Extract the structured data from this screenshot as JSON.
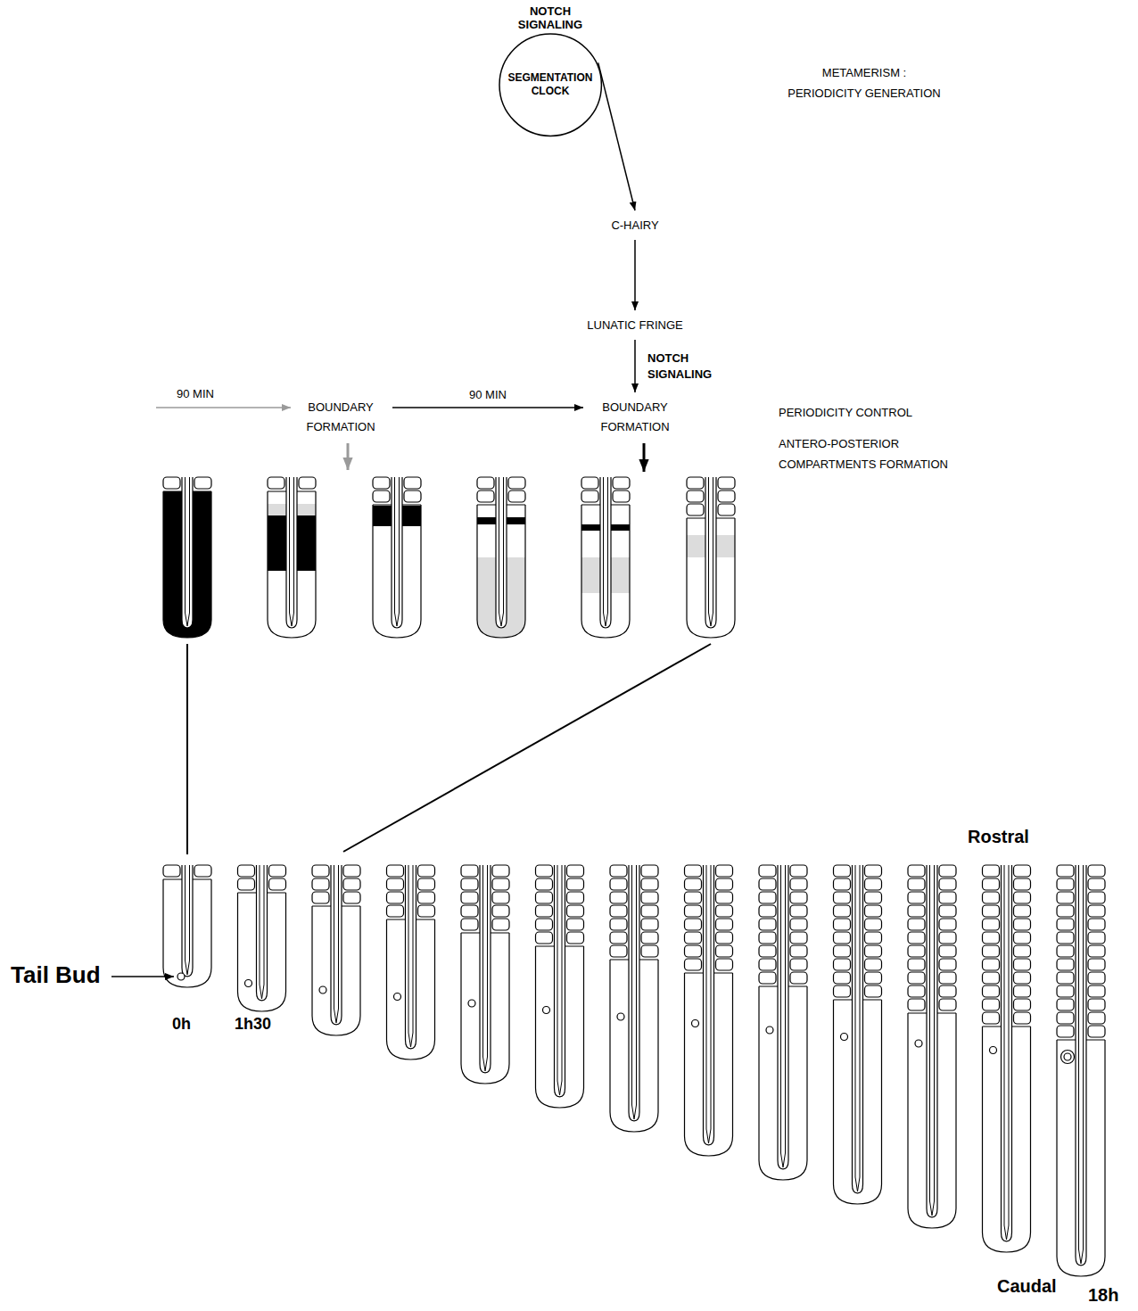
{
  "diagram": {
    "nodes": [
      {
        "text": [
          "NOTCH SIGNALING",
          "SEGMENTATION CLOCK"
        ]
      },
      {
        "text": [
          "C-HAIRY"
        ]
      },
      {
        "text": [
          "LUNATIC FRINGE"
        ]
      },
      {
        "text": [
          "BOUNDARY FORMATION"
        ]
      },
      {
        "text": [
          "BOUNDARY FORMATION"
        ]
      }
    ],
    "edges": [
      {
        "from": 0,
        "to": 1,
        "arrow": "to"
      },
      {
        "from": 1,
        "to": 2,
        "arrow": "to"
      },
      {
        "from": 2,
        "to": 4,
        "label": "NOTCH SIGNALING",
        "arrow": "to"
      },
      {
        "from": 3,
        "to": 4,
        "label": "90 MIN",
        "arrow": "to"
      }
    ],
    "labels": [
      "METAMERISM : PERIODICITY GENERATION",
      "90 MIN",
      "PERIODICITY CONTROL",
      "ANTERO-POSTERIOR COMPARTMENTS FORMATION",
      "Rostral",
      "Tail Bud",
      "0h",
      "1h30",
      "Caudal",
      "18h"
    ]
  }
}
